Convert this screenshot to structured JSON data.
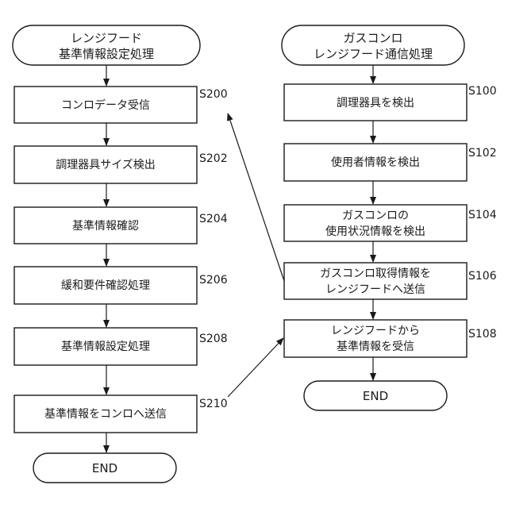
{
  "left_flow": {
    "start_line1": "レンジフード",
    "start_line2": "基準情報設定処理",
    "steps": [
      {
        "id": "S200",
        "text": "コンロデータ受信"
      },
      {
        "id": "S202",
        "text": "調理器具サイズ検出"
      },
      {
        "id": "S204",
        "text": "基準情報確認"
      },
      {
        "id": "S206",
        "text": "緩和要件確認処理"
      },
      {
        "id": "S208",
        "text": "基準情報設定処理"
      },
      {
        "id": "S210",
        "text": "基準情報をコンロへ送信"
      }
    ],
    "end": "END"
  },
  "right_flow": {
    "start_line1": "ガスコンロ",
    "start_line2": "レンジフード通信処理",
    "steps": [
      {
        "id": "S100",
        "line1": "調理器具を検出",
        "line2": ""
      },
      {
        "id": "S102",
        "line1": "使用者情報を検出",
        "line2": ""
      },
      {
        "id": "S104",
        "line1": "ガスコンロの",
        "line2": "使用状況情報を検出"
      },
      {
        "id": "S106",
        "line1": "ガスコンロ取得情報を",
        "line2": "レンジフードへ送信"
      },
      {
        "id": "S108",
        "line1": "レンジフードから",
        "line2": "基準情報を受信"
      }
    ],
    "end": "END"
  }
}
